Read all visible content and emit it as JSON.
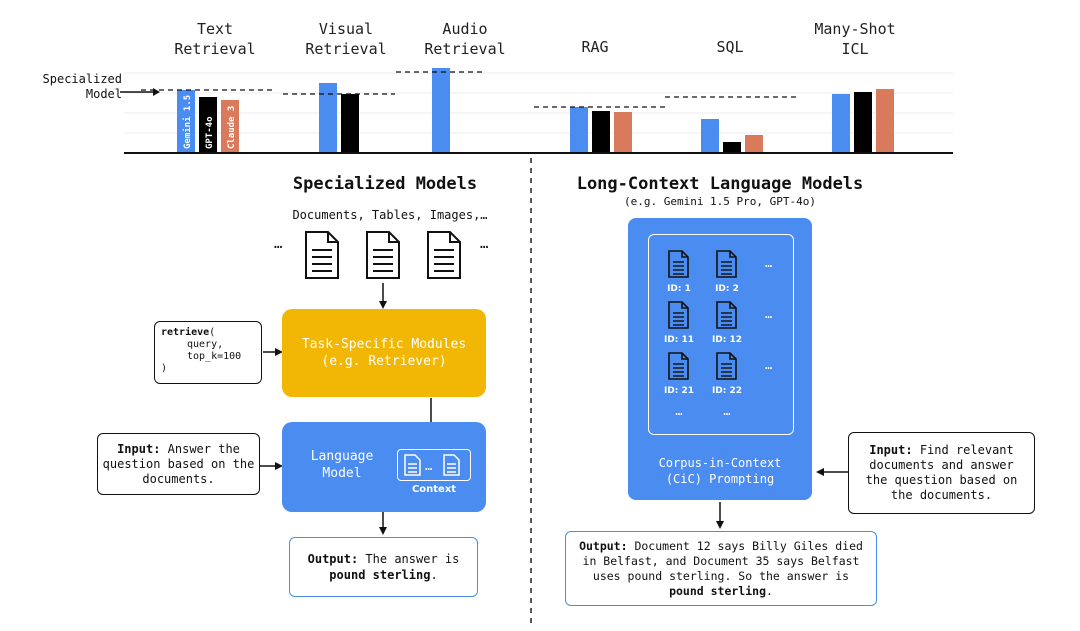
{
  "chart_data": {
    "type": "bar",
    "categories": [
      "Text\nRetrieval",
      "Visual\nRetrieval",
      "Audio\nRetrieval",
      "RAG",
      "SQL",
      "Many-Shot\nICL"
    ],
    "series": [
      {
        "name": "Gemini 1.5",
        "color": "#4a8cf0",
        "values": [
          0.63,
          0.7,
          0.85,
          0.46,
          0.34,
          0.59
        ]
      },
      {
        "name": "GPT-4o",
        "color": "#000000",
        "values": [
          0.56,
          0.59,
          null,
          0.42,
          0.11,
          0.61
        ]
      },
      {
        "name": "Claude 3",
        "color": "#d97a5c",
        "values": [
          0.53,
          null,
          null,
          0.41,
          0.18,
          0.64
        ]
      }
    ],
    "specialized": [
      0.63,
      0.59,
      0.81,
      0.46,
      0.56,
      null
    ],
    "specialized_label": "Specialized\nModel",
    "ylim": [
      0,
      1
    ]
  },
  "left": {
    "title": "Specialized Models",
    "docs_caption": "Documents, Tables, Images,…",
    "ellipsis": "…",
    "code": {
      "fn": "retrieve",
      "paren_open": "(",
      "arg1": "query,",
      "arg2": "top_k=100",
      "paren_close": ")"
    },
    "module_label": "Task-Specific Modules\n(e.g. Retriever)",
    "lm_label": "Language\nModel",
    "context_label": "Context",
    "input_bold": "Input:",
    "input_text": " Answer the question based on the documents.",
    "output_bold": "Output:",
    "output_text": " The answer is",
    "output_answer": "pound sterling",
    "output_end": "."
  },
  "right": {
    "title": "Long-Context Language Models",
    "subtitle": "(e.g. Gemini 1.5 Pro, GPT-4o)",
    "ids": [
      "ID: 1",
      "ID: 2",
      "ID: 11",
      "ID: 12",
      "ID: 21",
      "ID: 22"
    ],
    "ellipsis": "…",
    "cic_label": "Corpus-in-Context\n(CiC) Prompting",
    "input_bold": "Input:",
    "input_text": " Find relevant documents and answer the question based on the documents.",
    "output_bold": "Output:",
    "output_text": " Document 12 says Billy Giles died in Belfast, and Document 35 says Belfast uses pound sterling. So the answer is",
    "output_answer": "pound sterling",
    "output_end": "."
  },
  "colors": {
    "gemini": "#4a8cf0",
    "gpt": "#000000",
    "claude": "#d97a5c",
    "module": "#f2b705",
    "lm": "#4a8cf0"
  }
}
